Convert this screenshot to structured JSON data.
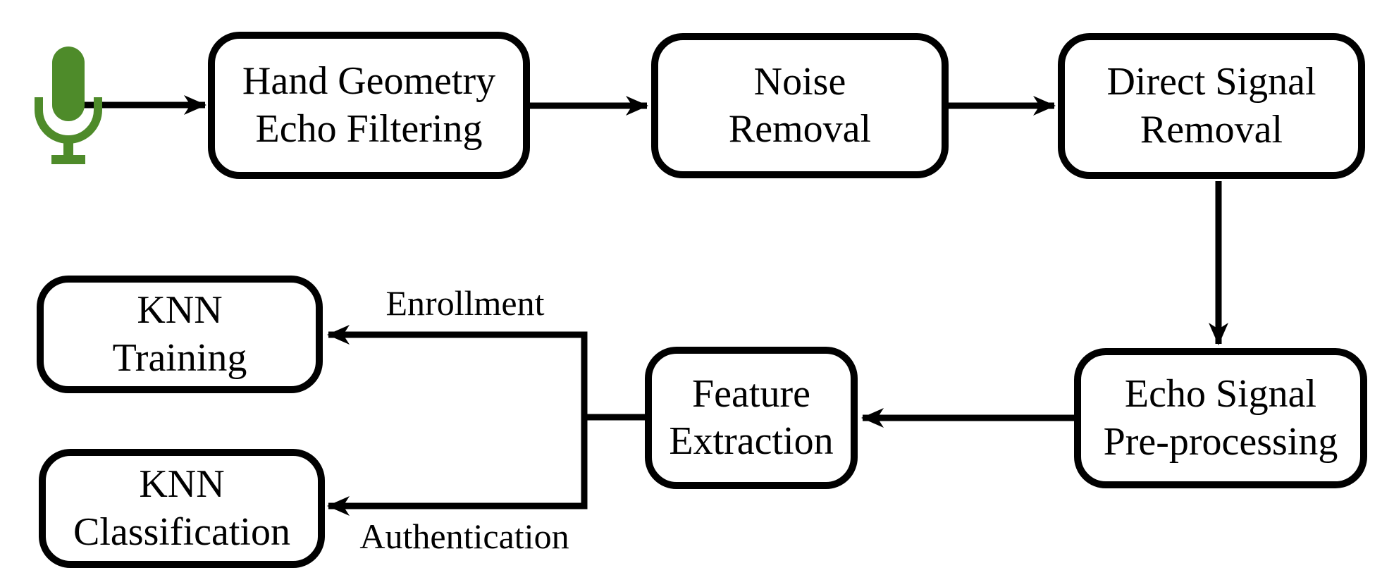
{
  "diagram": {
    "nodes": {
      "hand_geometry_echo_filtering": {
        "label": "Hand Geometry\nEcho Filtering"
      },
      "noise_removal": {
        "label": "Noise\nRemoval"
      },
      "direct_signal_removal": {
        "label": "Direct Signal\nRemoval"
      },
      "echo_signal_preprocessing": {
        "label": "Echo Signal\nPre-processing"
      },
      "feature_extraction": {
        "label": "Feature\nExtraction"
      },
      "knn_training": {
        "label": "KNN\nTraining"
      },
      "knn_classification": {
        "label": "KNN\nClassification"
      }
    },
    "edge_labels": {
      "enrollment": "Enrollment",
      "authentication": "Authentication"
    },
    "edges": [
      {
        "from": "microphone",
        "to": "hand_geometry_echo_filtering",
        "label": ""
      },
      {
        "from": "hand_geometry_echo_filtering",
        "to": "noise_removal",
        "label": ""
      },
      {
        "from": "noise_removal",
        "to": "direct_signal_removal",
        "label": ""
      },
      {
        "from": "direct_signal_removal",
        "to": "echo_signal_preprocessing",
        "label": ""
      },
      {
        "from": "echo_signal_preprocessing",
        "to": "feature_extraction",
        "label": ""
      },
      {
        "from": "feature_extraction",
        "to": "knn_training",
        "label": "Enrollment"
      },
      {
        "from": "feature_extraction",
        "to": "knn_classification",
        "label": "Authentication"
      }
    ],
    "icons": {
      "microphone": "microphone-icon"
    },
    "colors": {
      "stroke": "#000000",
      "background": "#ffffff",
      "microphone_green": "#4e8b2a"
    }
  }
}
